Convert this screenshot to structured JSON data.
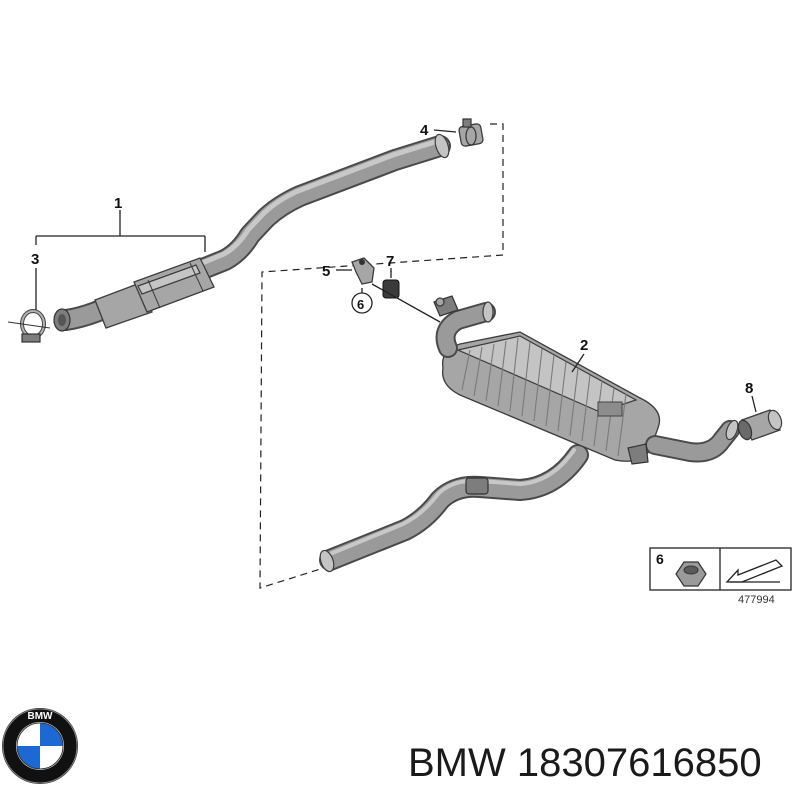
{
  "callouts": {
    "c1": "1",
    "c2": "2",
    "c3": "3",
    "c4": "4",
    "c5": "5",
    "c6": "6",
    "c7": "7",
    "c8": "8"
  },
  "legend": {
    "number": "6",
    "ref_number": "477994"
  },
  "logo": {
    "text": "BMW",
    "colors": {
      "blue": "#1c69d4",
      "white": "#ffffff",
      "black": "#111111"
    }
  },
  "caption": {
    "brand": "BMW",
    "part_number": "18307616850"
  }
}
